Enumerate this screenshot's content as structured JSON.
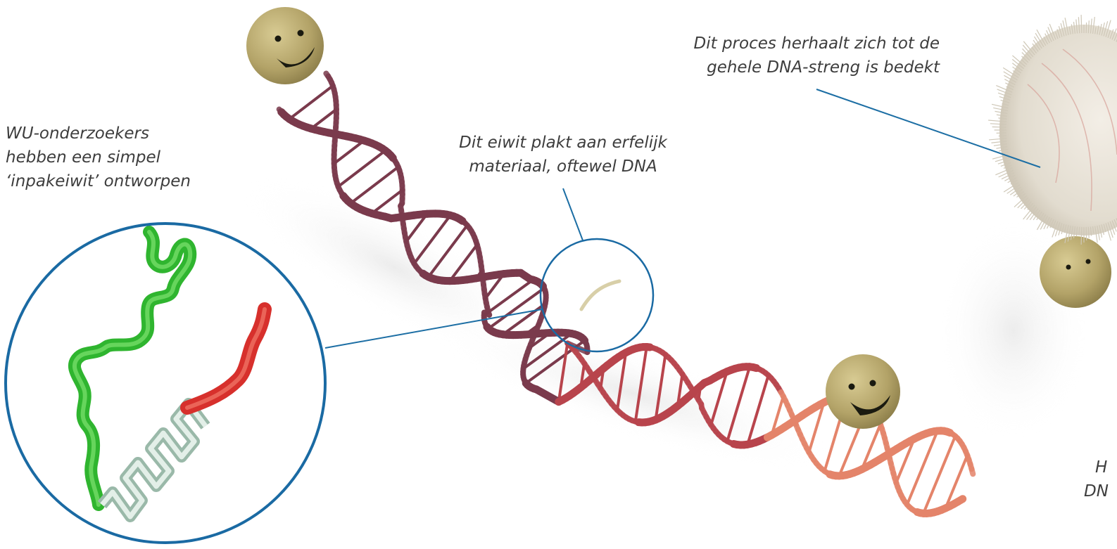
{
  "captions": {
    "left": {
      "line1": "WU-onderzoekers",
      "line2": "hebben een simpel",
      "line3": "‘inpakeiwit’ ontworpen"
    },
    "middle": {
      "line1": "Dit eiwit plakt aan erfelijk",
      "line2": "materiaal, oftewel DNA"
    },
    "top_right": {
      "line1": "Dit proces herhaalt zich tot de",
      "line2": "gehele DNA-streng is bedekt"
    },
    "bottom_right": {
      "line1": "H",
      "line2": "DN"
    }
  },
  "colors": {
    "leader_line": "#1c6ea4",
    "zoom_circle": "#1a6aa3",
    "dna_dark": "#7a3a4c",
    "dna_mid": "#b8444c",
    "dna_light": "#e4846a",
    "protein_green": "#3cc43c",
    "protein_red": "#d9302c",
    "protein_coil": "#b7d2c4",
    "smiley": "#b5a66c",
    "fuzzy_cluster": "#e9e3d7"
  },
  "icons": [
    "smiley-face-icon",
    "coiled-protein-icon",
    "dna-helix-icon"
  ]
}
